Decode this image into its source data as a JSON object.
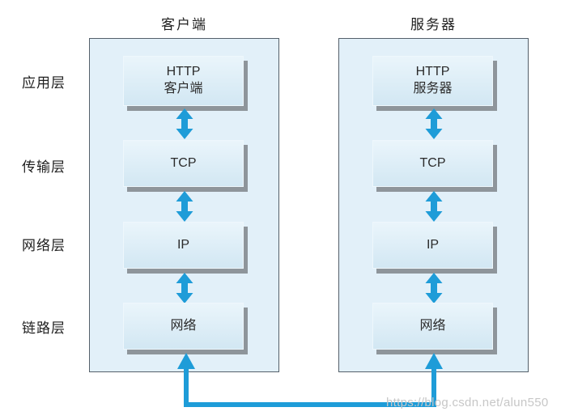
{
  "diagram": {
    "layers": [
      {
        "label": "应用层"
      },
      {
        "label": "传输层"
      },
      {
        "label": "网络层"
      },
      {
        "label": "链路层"
      }
    ],
    "stacks": [
      {
        "title": "客户端",
        "boxes": [
          {
            "lines": [
              "HTTP",
              "客户端"
            ]
          },
          {
            "lines": [
              "TCP",
              ""
            ]
          },
          {
            "lines": [
              "IP",
              ""
            ]
          },
          {
            "lines": [
              "网络",
              ""
            ]
          }
        ]
      },
      {
        "title": "服务器",
        "boxes": [
          {
            "lines": [
              "HTTP",
              "服务器"
            ]
          },
          {
            "lines": [
              "TCP",
              ""
            ]
          },
          {
            "lines": [
              "IP",
              ""
            ]
          },
          {
            "lines": [
              "网络",
              ""
            ]
          }
        ]
      }
    ],
    "watermark": "https://blog.csdn.net/alun550",
    "colors": {
      "arrow_blue": "#1e9cd8",
      "container_fill": "#e2f0f9",
      "box_fill": "#d5e9f4",
      "box_shadow_gray": "#8e959b",
      "container_border": "#55606a"
    }
  }
}
